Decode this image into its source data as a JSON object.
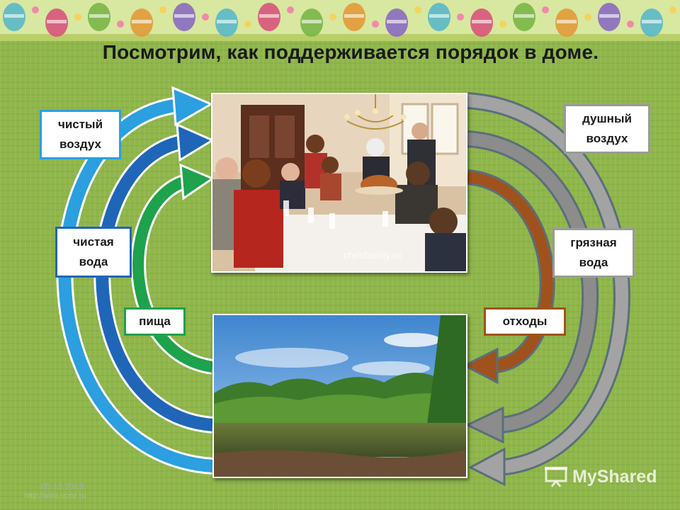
{
  "title": "Посмотрим, как поддерживается порядок в доме.",
  "labels": {
    "clean_air": [
      "чистый",
      "воздух"
    ],
    "clean_water": [
      "чистая",
      "вода"
    ],
    "food": "пища",
    "stuffy_air": [
      "душный",
      "воздух"
    ],
    "dirty_water": [
      "грязная",
      "вода"
    ],
    "waste": "отходы"
  },
  "photo_top": {
    "watermark": "christianity.ru"
  },
  "footer": {
    "date": "05.12.2013",
    "page": "3",
    "url": "http://aida.ucoz.ru",
    "brand": "MyShared"
  },
  "colors": {
    "clean_air_arrow": "#2b9fe0",
    "clean_water_arrow": "#1f66b8",
    "food_arrow": "#1ea24b",
    "stuffy_air_arrow": "#a3a3a3",
    "dirty_water_arrow": "#8c8c8c",
    "waste_arrow": "#a0521c",
    "clean_air_border": "#2b9fe0",
    "clean_water_border": "#1f66b8",
    "food_border": "#1ea24b",
    "stuffy_air_border": "#9a9a9a",
    "dirty_water_border": "#9a9a9a",
    "waste_border": "#a0521c"
  }
}
